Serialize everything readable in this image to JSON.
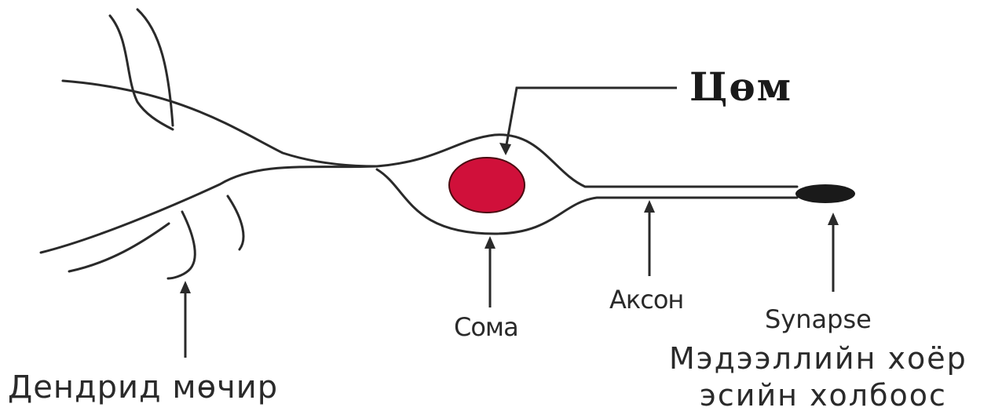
{
  "labels": {
    "nucleus": "Цөм",
    "dendrite": "Дендрид мөчир",
    "soma": "Сома",
    "axon": "Аксон",
    "synapse": "Synapse",
    "synapse_mn_line1": "Мэдээллийн хоёр",
    "synapse_mn_line2": "эсийн холбоос"
  },
  "colors": {
    "line": "#2a2a2a",
    "nucleus_fill": "#d0103a",
    "terminal_fill": "#1a1a1a",
    "background": "#ffffff"
  }
}
